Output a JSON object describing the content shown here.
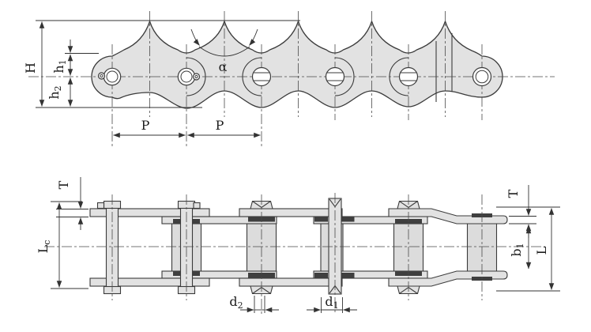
{
  "drawing": {
    "kind": "technical-drawing",
    "subject": "sharp-top plate roller chain, two orthographic views with dimension callouts",
    "colors": {
      "plate_fill": "#e2e2e2",
      "line": "#3b3b3b",
      "background": "#ffffff"
    },
    "top_view": {
      "labels": {
        "height": {
          "text": "H"
        },
        "h1": {
          "main": "h",
          "sub": "1"
        },
        "h2": {
          "main": "h",
          "sub": "2"
        },
        "pitch_left": {
          "text": "P"
        },
        "pitch_right": {
          "text": "P"
        },
        "tooth_angle": {
          "text": "α"
        }
      }
    },
    "bottom_view": {
      "labels": {
        "plate_thickness_left": {
          "text": "T"
        },
        "plate_thickness_right": {
          "text": "T"
        },
        "pin_length_cotter": {
          "main": "L",
          "sub": "c"
        },
        "inner_width": {
          "main": "b",
          "sub": "1"
        },
        "pin_length": {
          "text": "L"
        },
        "pin_diameter": {
          "main": "d",
          "sub": "2"
        },
        "roller_diameter": {
          "main": "d",
          "sub": "1"
        }
      }
    }
  }
}
